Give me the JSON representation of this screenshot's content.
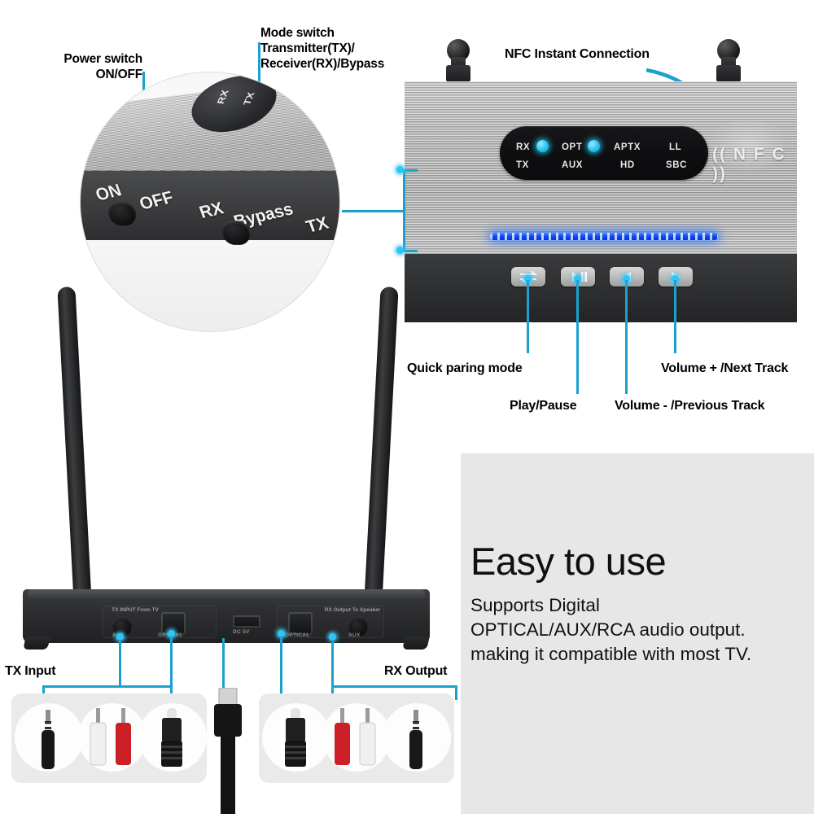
{
  "product": {
    "type": "Bluetooth audio transmitter receiver infographic",
    "accent_color": "#1ba0cf",
    "led_color": "#22c4f5",
    "panel_bg": "#e7e7e7"
  },
  "callouts": {
    "power_switch": "Power switch\nON/OFF",
    "mode_switch": "Mode switch\nTransmitter(TX)/\nReceiver(RX)/Bypass",
    "nfc": "NFC Instant Connection",
    "quick_pairing": "Quick paring mode",
    "play_pause": "Play/Pause",
    "volume_down": "Volume - /Previous Track",
    "volume_up": "Volume + /Next Track",
    "tx_input": "TX Input",
    "rx_output": "RX Output"
  },
  "magnifier": {
    "switch_labels": [
      "ON",
      "OFF",
      "RX",
      "Bypass",
      "TX"
    ],
    "knob_labels": [
      "RX",
      "TX"
    ]
  },
  "led_panel": {
    "top_row": [
      {
        "label": "RX",
        "lamp": true
      },
      {
        "label": "OPT",
        "lamp": true
      },
      {
        "label": "APTX",
        "lamp": false
      },
      {
        "label": "LL",
        "lamp": false
      }
    ],
    "bottom_row": [
      {
        "label": "TX"
      },
      {
        "label": "AUX"
      },
      {
        "label": "HD"
      },
      {
        "label": "SBC"
      }
    ],
    "nfc_mark": "((  N F C  ))"
  },
  "buttons": [
    {
      "name": "quick-pairing-button",
      "icon": "pairing-arrows-icon"
    },
    {
      "name": "play-pause-button",
      "icon": "play-pause-icon"
    },
    {
      "name": "previous-volume-down-button",
      "icon": "previous-track-icon"
    },
    {
      "name": "next-volume-up-button",
      "icon": "next-track-icon"
    }
  ],
  "rear_ports": {
    "tx_group_header": "TX INPUT\nFrom TV",
    "rx_group_header": "RX Output\nTo Speaker",
    "ports": [
      {
        "caption": "AUX",
        "kind": "jack"
      },
      {
        "caption": "OPTICAL",
        "kind": "optical"
      },
      {
        "caption": "DC 5V",
        "kind": "usb"
      },
      {
        "caption": "OPTICAL",
        "kind": "optical"
      },
      {
        "caption": "AUX",
        "kind": "jack"
      }
    ]
  },
  "connectors": {
    "left": [
      {
        "name": "aux-3.5mm-connector"
      },
      {
        "name": "rca-pair-connector"
      },
      {
        "name": "optical-toslink-connector"
      }
    ],
    "power": {
      "name": "usb-power-cable"
    },
    "right": [
      {
        "name": "optical-toslink-connector"
      },
      {
        "name": "rca-pair-connector"
      },
      {
        "name": "aux-3.5mm-connector"
      }
    ]
  },
  "info_panel": {
    "heading": "Easy to use",
    "body": "Supports Digital\nOPTICAL/AUX/RCA audio output.\nmaking it compatible with most TV."
  }
}
